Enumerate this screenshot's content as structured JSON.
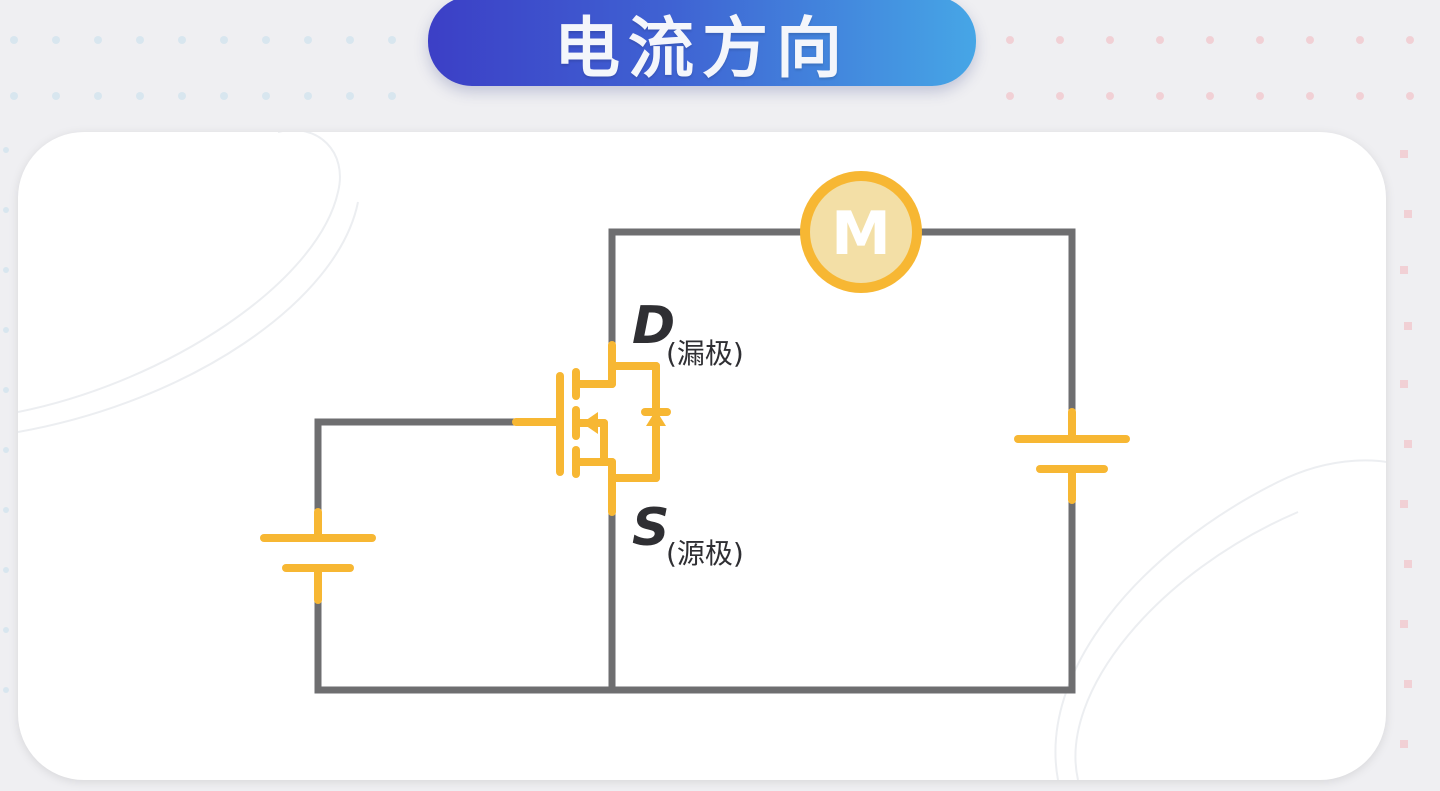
{
  "header": {
    "title": "电流方向"
  },
  "diagram": {
    "motor_label": "M",
    "drain": {
      "letter": "D",
      "name": "(漏极)"
    },
    "source": {
      "letter": "S",
      "name": "(源极)"
    }
  },
  "colors": {
    "title_gradient_start": "#3c3fc6",
    "title_gradient_end": "#46a6e6",
    "wire": "#6e6e70",
    "component": "#f7b733",
    "motor_fill": "#f3dfa6",
    "text": "#2f2f33"
  }
}
